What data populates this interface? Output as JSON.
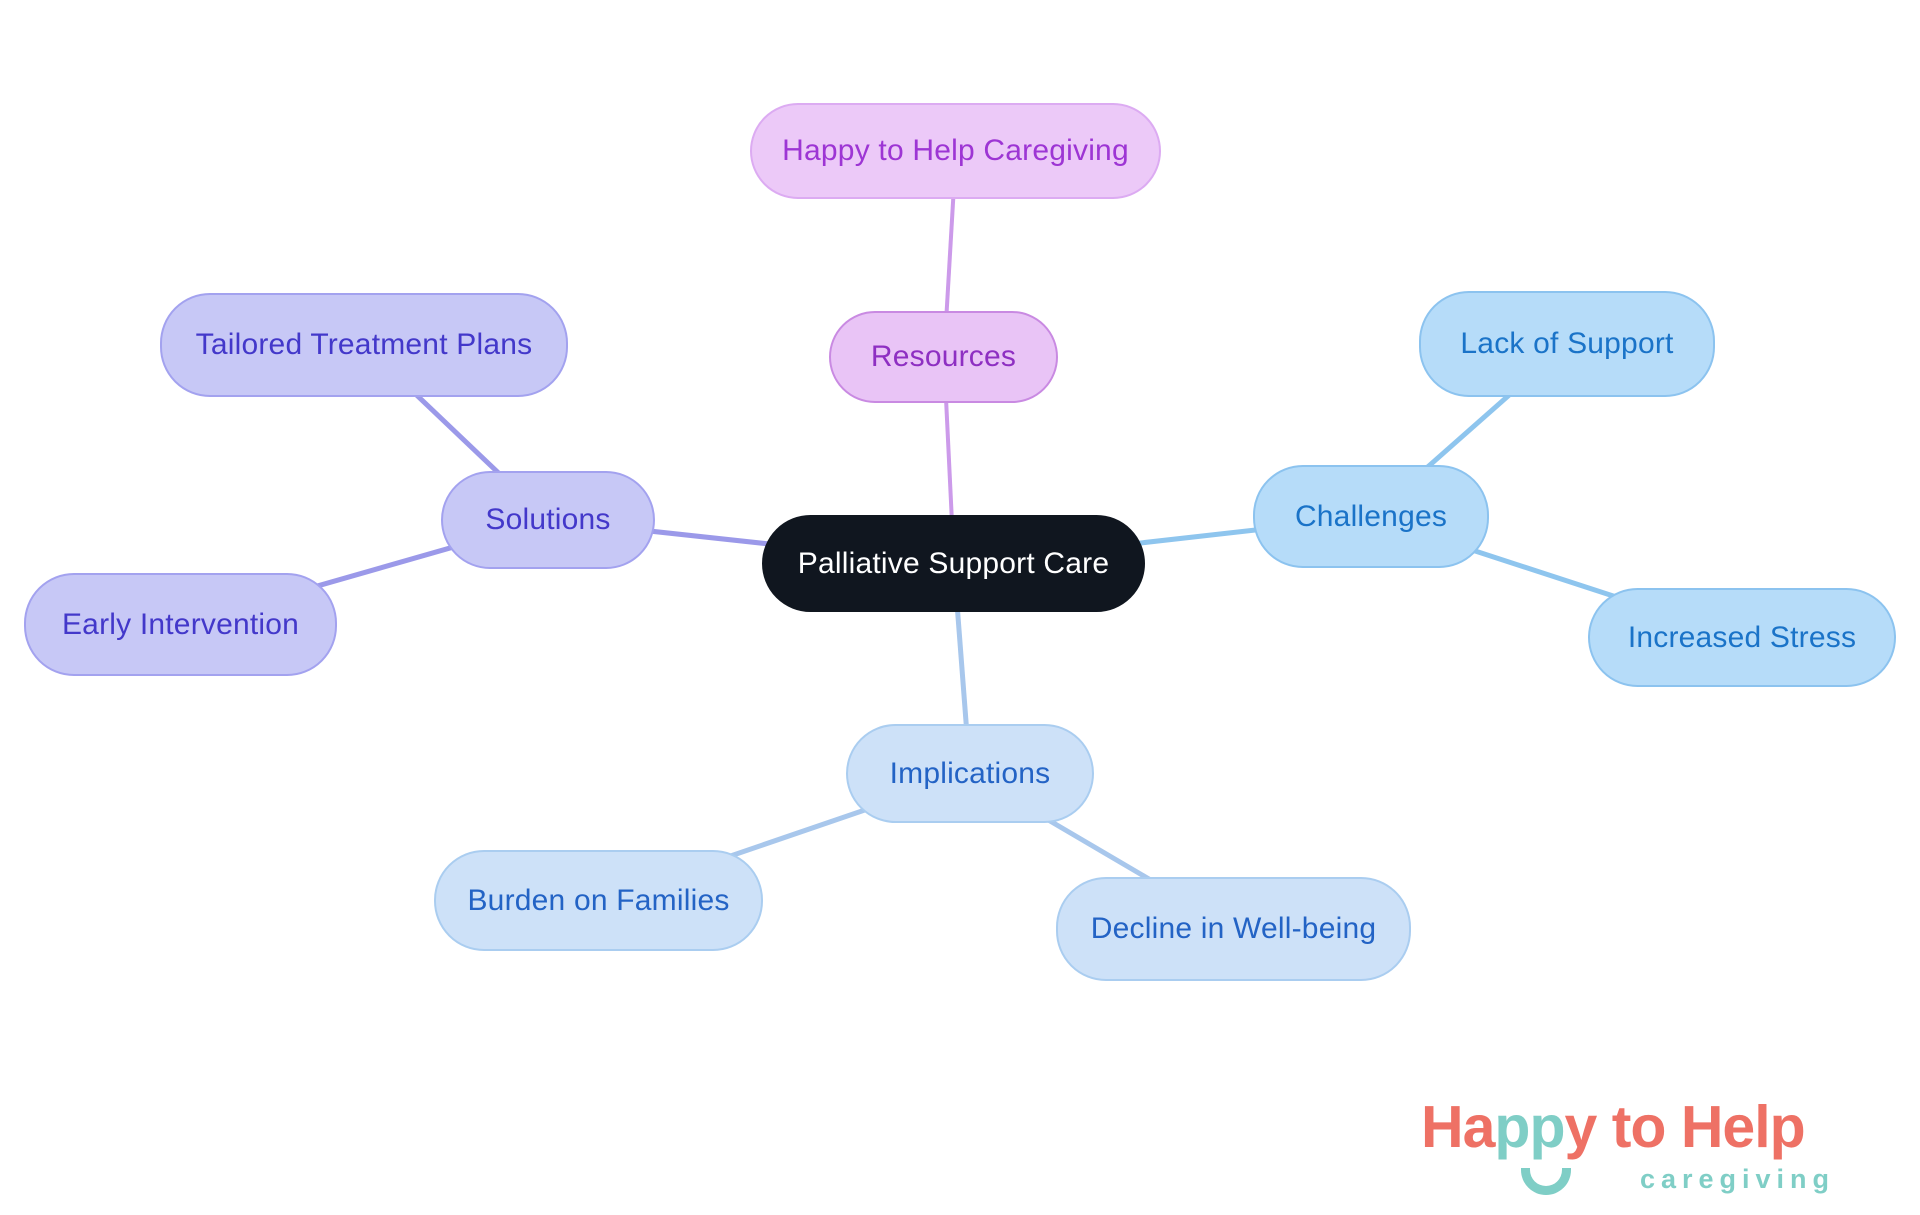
{
  "diagram": {
    "type": "mindmap",
    "title_node": {
      "label": "Happy to Help Caregiving"
    },
    "center": {
      "label": "Palliative Support Care"
    },
    "branches": [
      {
        "label": "Resources",
        "children": []
      },
      {
        "label": "Solutions",
        "children": [
          "Tailored Treatment Plans",
          "Early Intervention"
        ]
      },
      {
        "label": "Challenges",
        "children": [
          "Lack of Support",
          "Increased Stress"
        ]
      },
      {
        "label": "Implications",
        "children": [
          "Burden on Families",
          "Decline in Well-being"
        ]
      }
    ]
  },
  "palette": {
    "violet_fill": "#ecc9f8",
    "violet_text": "#9d35d4",
    "violet_line": "#cc9aea",
    "periwinkle_fill": "#c7c8f6",
    "periwinkle_text": "#4338ca",
    "periwinkle_line": "#9b99e9",
    "blue_fill": "#b6dcf9",
    "blue_text": "#1a73c8",
    "blue_line": "#8ec5ee",
    "lightblue_fill": "#cde1f8",
    "lightblue_text": "#2363c5",
    "lightblue_line": "#a8c7ec",
    "center_fill": "#10161f",
    "center_text": "#ffffff",
    "logo_coral": "#ee7165",
    "logo_teal": "#7fcec6"
  },
  "logo": {
    "segments": [
      "Ha",
      "pp",
      "y",
      " to Help"
    ],
    "tagline": "caregiving"
  }
}
